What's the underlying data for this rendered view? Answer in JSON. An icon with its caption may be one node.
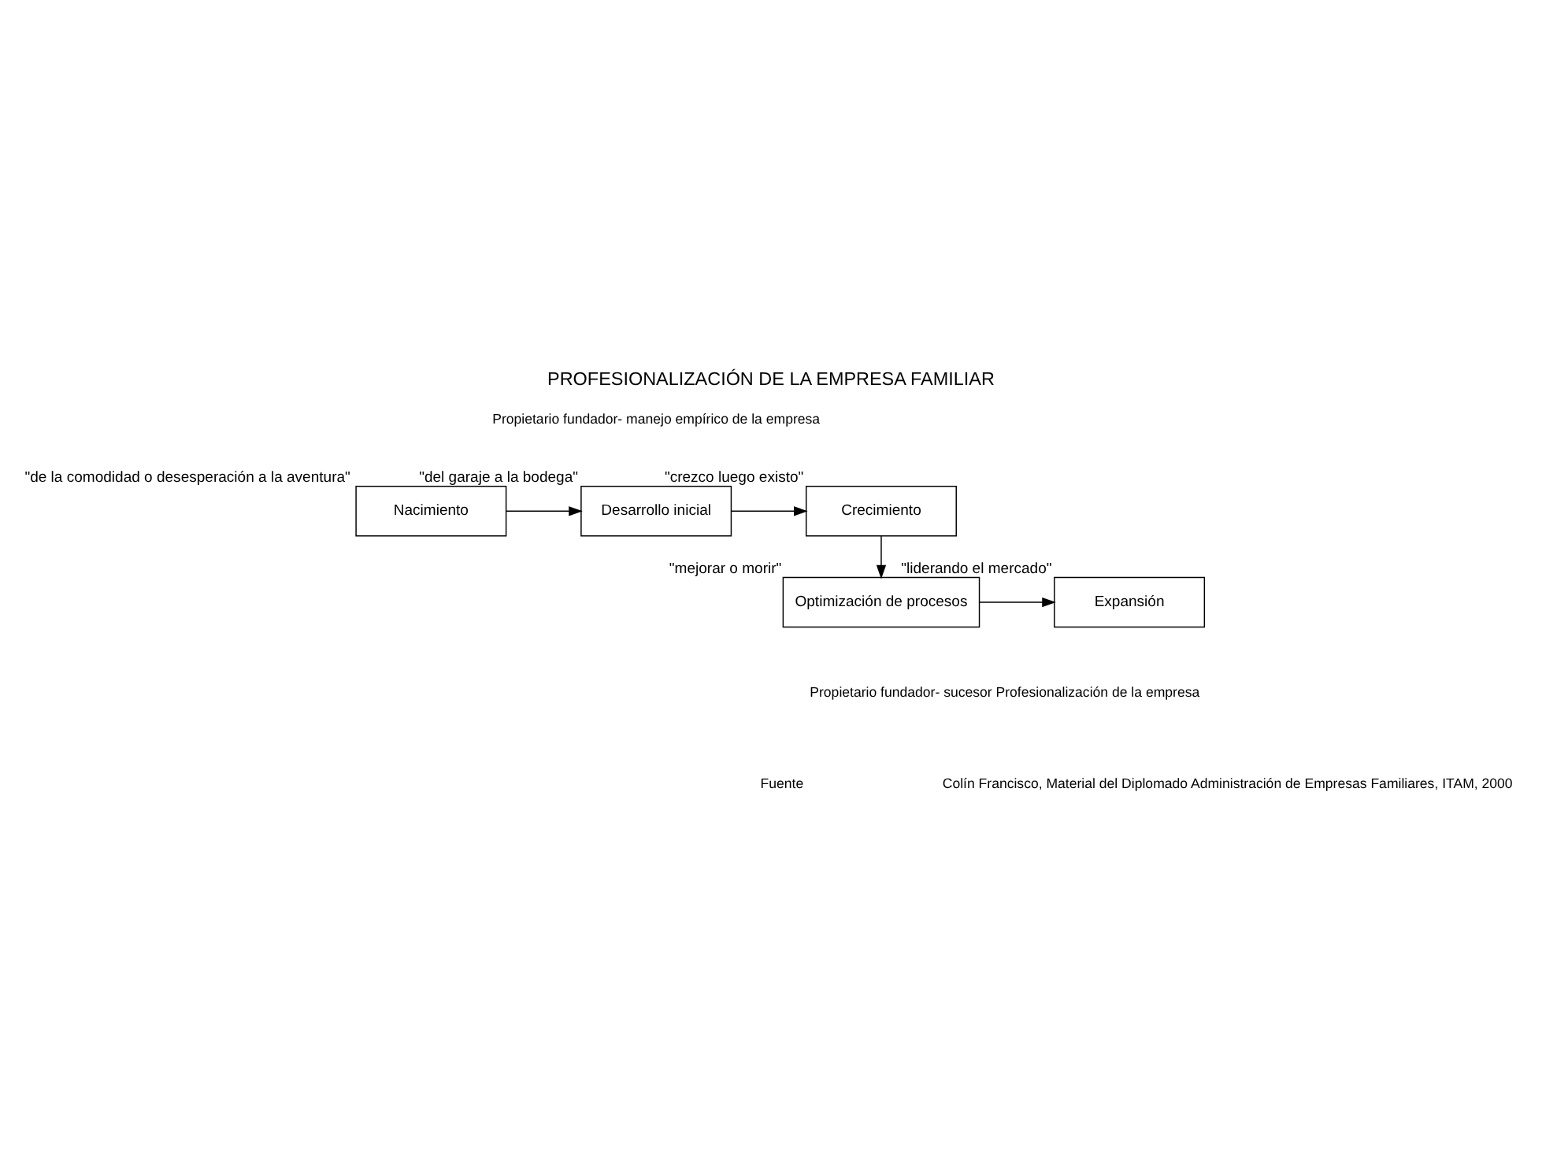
{
  "diagram": {
    "title": "PROFESIONALIZACIÓN DE LA EMPRESA FAMILIAR",
    "nodes": [
      {
        "text": [
          "Nacimiento"
        ],
        "beside": [
          "\"de la comodidad o desesperación a la aventura\""
        ]
      },
      {
        "text": [
          "Desarrollo inicial"
        ],
        "beside": [
          "\"del garaje a la bodega\""
        ]
      },
      {
        "text": [
          "Crecimiento"
        ],
        "beside": [
          "\"crezco luego existo\""
        ]
      },
      {
        "text": [
          "Optimización de procesos"
        ],
        "beside": [
          "\"mejorar o morir\""
        ]
      },
      {
        "text": [
          "Expansión"
        ],
        "beside": [
          "\"liderando el mercado\""
        ]
      }
    ],
    "edges": [
      {
        "from": 0,
        "to": 1,
        "arrow": "to"
      },
      {
        "from": 1,
        "to": 2,
        "arrow": "to"
      },
      {
        "from": 2,
        "to": 3,
        "arrow": "to"
      },
      {
        "from": 3,
        "to": 4,
        "arrow": "to"
      }
    ],
    "labels": [
      "Propietario fundador- manejo empírico de la empresa",
      "Propietario fundador- sucesor Profesionalización de la empresa",
      "Fuente",
      "Colín Francisco, Material del Diplomado Administración de Empresas Familiares, ITAM, 2000"
    ]
  }
}
